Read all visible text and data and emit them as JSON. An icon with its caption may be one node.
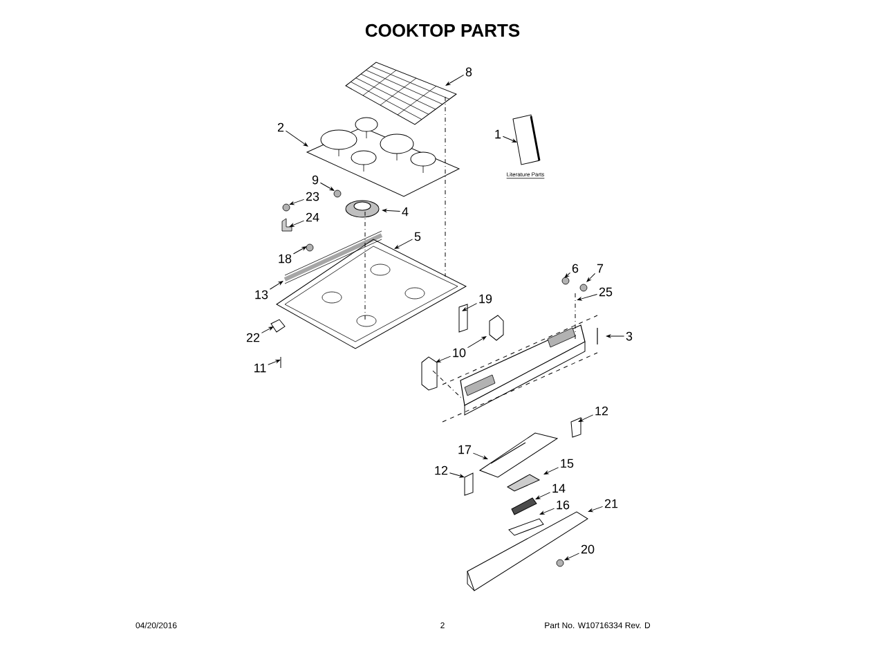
{
  "diagram": {
    "title": "COOKTOP PARTS",
    "nodes": [
      {
        "text": [
          "8"
        ]
      },
      {
        "text": [
          "2"
        ]
      },
      {
        "text": [
          "1"
        ]
      },
      {
        "text": [
          "9"
        ]
      },
      {
        "text": [
          "23"
        ]
      },
      {
        "text": [
          "4"
        ]
      },
      {
        "text": [
          "24"
        ]
      },
      {
        "text": [
          "5"
        ]
      },
      {
        "text": [
          "18"
        ]
      },
      {
        "text": [
          "6"
        ]
      },
      {
        "text": [
          "7"
        ]
      },
      {
        "text": [
          "25"
        ]
      },
      {
        "text": [
          "13"
        ]
      },
      {
        "text": [
          "19"
        ]
      },
      {
        "text": [
          "22"
        ]
      },
      {
        "text": [
          "3"
        ]
      },
      {
        "text": [
          "10"
        ]
      },
      {
        "text": [
          "11"
        ]
      },
      {
        "text": [
          "12"
        ]
      },
      {
        "text": [
          "17"
        ]
      },
      {
        "text": [
          "12"
        ]
      },
      {
        "text": [
          "15"
        ]
      },
      {
        "text": [
          "14"
        ]
      },
      {
        "text": [
          "16"
        ]
      },
      {
        "text": [
          "21"
        ]
      },
      {
        "text": [
          "20"
        ]
      }
    ],
    "edges": [
      {
        "from": 0,
        "to": null,
        "arrow": "to"
      },
      {
        "from": 1,
        "to": null,
        "arrow": "to"
      },
      {
        "from": 2,
        "to": null,
        "arrow": "to"
      },
      {
        "from": 3,
        "to": null,
        "arrow": "to"
      },
      {
        "from": 4,
        "to": null,
        "arrow": "to"
      },
      {
        "from": 5,
        "to": null,
        "arrow": "to"
      },
      {
        "from": 6,
        "to": null,
        "arrow": "to"
      },
      {
        "from": 7,
        "to": null,
        "arrow": "to"
      },
      {
        "from": 8,
        "to": null,
        "arrow": "to"
      },
      {
        "from": 9,
        "to": null,
        "arrow": "to"
      },
      {
        "from": 10,
        "to": null,
        "arrow": "to"
      },
      {
        "from": 11,
        "to": null,
        "arrow": "to"
      },
      {
        "from": 12,
        "to": null,
        "arrow": "to"
      },
      {
        "from": 13,
        "to": null,
        "arrow": "to"
      },
      {
        "from": 14,
        "to": null,
        "arrow": "to"
      },
      {
        "from": 15,
        "to": null,
        "arrow": "to"
      },
      {
        "from": 16,
        "to": null,
        "arrow": "to"
      },
      {
        "from": 16,
        "to": null,
        "arrow": "to"
      },
      {
        "from": 17,
        "to": null,
        "arrow": "to"
      },
      {
        "from": 18,
        "to": null,
        "arrow": "to"
      },
      {
        "from": 19,
        "to": null,
        "arrow": "to"
      },
      {
        "from": 20,
        "to": null,
        "arrow": "to"
      },
      {
        "from": 21,
        "to": null,
        "arrow": "to"
      },
      {
        "from": 22,
        "to": null,
        "arrow": "to"
      },
      {
        "from": 23,
        "to": null,
        "arrow": "to"
      },
      {
        "from": 24,
        "to": null,
        "arrow": "to"
      },
      {
        "from": 25,
        "to": null,
        "arrow": "to"
      }
    ],
    "labels": [
      "Literature Parts",
      "04/20/2016",
      "2",
      "Part No. W10716334  Rev. D"
    ]
  }
}
